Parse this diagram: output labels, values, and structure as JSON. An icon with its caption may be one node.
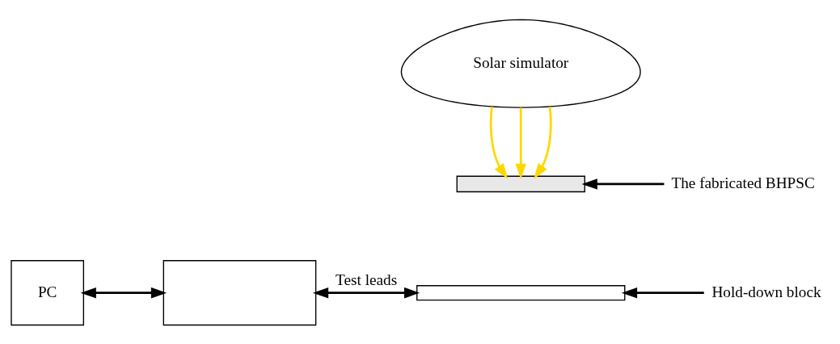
{
  "diagram": {
    "nodes": [
      {
        "text": [
          "PC"
        ]
      },
      {
        "text": [],
        "shape": "box"
      },
      {
        "text": [
          "Solar simulator"
        ]
      },
      {
        "text": [],
        "shape": "box"
      },
      {
        "text": [],
        "shape": "box"
      },
      {
        "text": [
          "The fabricated BHPSC"
        ]
      },
      {
        "text": [
          "Hold-down block"
        ]
      }
    ],
    "edges": [
      {
        "from": 0,
        "to": 1,
        "arrow": "both"
      },
      {
        "from": 1,
        "to": 4,
        "arrow": "both",
        "label": "Test leads"
      },
      {
        "from": 2,
        "to": 3,
        "arrow": "to",
        "color": "#ffd700"
      },
      {
        "from": 2,
        "to": 3,
        "arrow": "to",
        "color": "#ffd700"
      },
      {
        "from": 2,
        "to": 3,
        "arrow": "to",
        "color": "#ffd700"
      },
      {
        "from": 5,
        "to": 3,
        "arrow": "to"
      },
      {
        "from": 6,
        "to": 4,
        "arrow": "to"
      }
    ]
  }
}
